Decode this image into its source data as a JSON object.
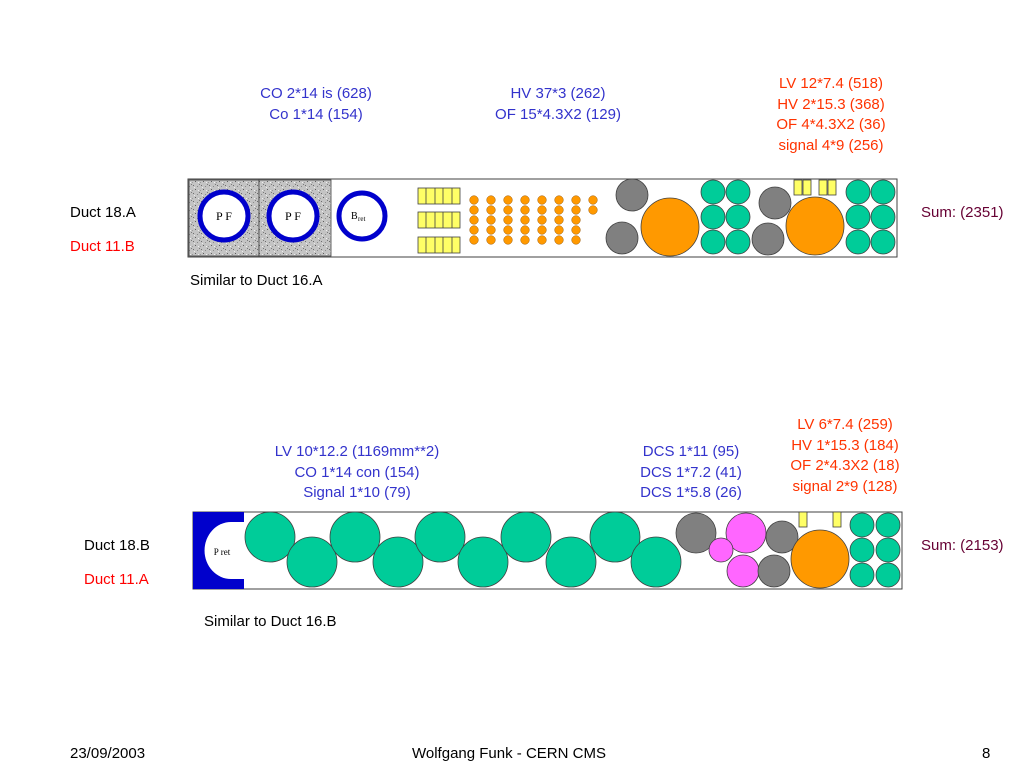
{
  "colors": {
    "blue_text": "#3333cc",
    "orange_text": "#ff3300",
    "duct_label_red": "#ff0000",
    "sum_text": "#660033",
    "teal_cable": "#00cc99",
    "orange_cable": "#ff9900",
    "grey_cable": "#808080",
    "pink_cable": "#ff66ff",
    "yellow_box": "#ffff66",
    "pipe_blue": "#0000cc"
  },
  "panel_a": {
    "left_cables": [
      "CO 2*14 is (628)",
      "Co 1*14 (154)"
    ],
    "mid_cables": [
      "HV 37*3 (262)",
      "OF 15*4.3X2 (129)"
    ],
    "right_cables": [
      "LV 12*7.4 (518)",
      "HV 2*15.3 (368)",
      "OF 4*4.3X2 (36)",
      "signal 4*9 (256)"
    ],
    "duct_name": "Duct 18.A",
    "duct_alt": "Duct 11.B",
    "sum": "Sum: (2351)",
    "similar": "Similar to Duct 16.A",
    "pipe1_label": "P F",
    "pipe2_label": "P F",
    "bret_main": "B",
    "bret_sub": "ret"
  },
  "panel_b": {
    "left_cables": [
      "LV  10*12.2 (1169mm**2)",
      "CO 1*14 con (154)",
      "Signal 1*10 (79)"
    ],
    "mid_cables": [
      "DCS 1*11 (95)",
      "DCS 1*7.2 (41)",
      "DCS 1*5.8 (26)"
    ],
    "right_cables": [
      "LV  6*7.4 (259)",
      "HV 1*15.3 (184)",
      "OF 2*4.3X2 (18)",
      "signal 2*9 (128)"
    ],
    "duct_name": "Duct 18.B",
    "duct_alt": "Duct 11.A",
    "sum": "Sum: (2153)",
    "similar": "Similar to Duct 16.B",
    "pret_label": "P ret"
  },
  "footer": {
    "date": "23/09/2003",
    "author": "Wolfgang Funk - CERN  CMS",
    "page": "8"
  }
}
